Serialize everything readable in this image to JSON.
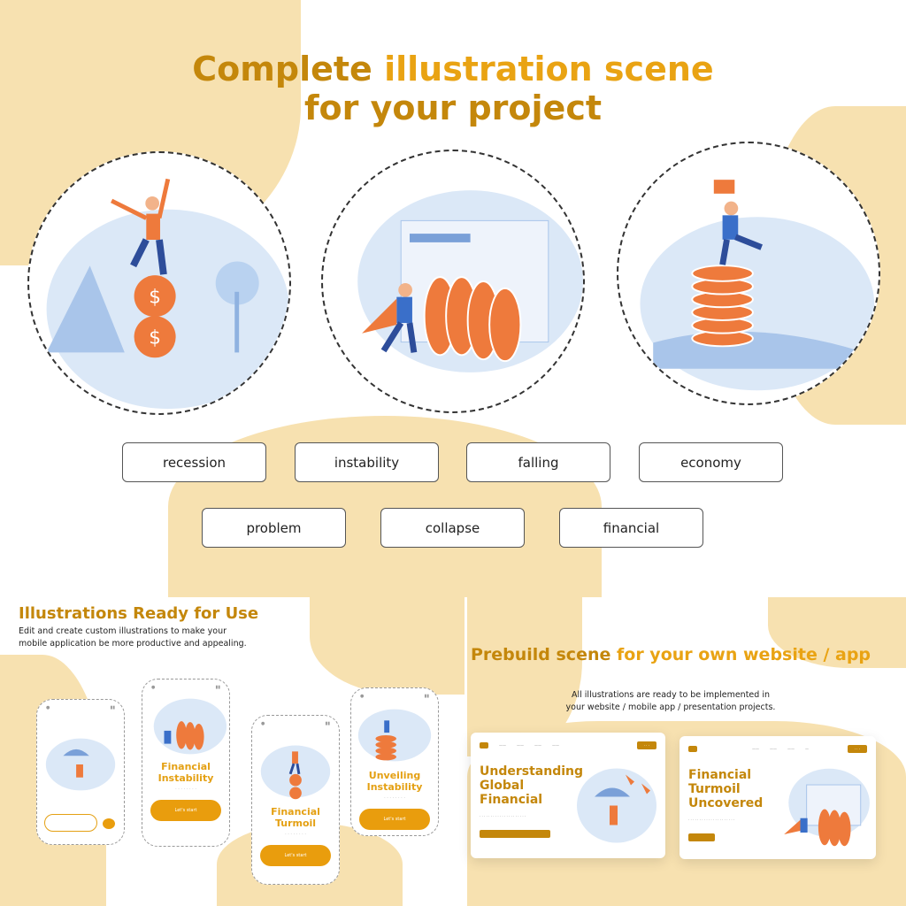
{
  "hero": {
    "title_part1": "Complete ",
    "title_accent": "illustration scene",
    "title_line2": "for your project"
  },
  "scenes": [
    {
      "icon": "woman-balancing-on-coins-illustration"
    },
    {
      "icon": "man-pushing-falling-coins-illustration"
    },
    {
      "icon": "man-on-coin-stack-illustration"
    }
  ],
  "tags": [
    "recession",
    "instability",
    "falling",
    "economy",
    "problem",
    "collapse",
    "financial"
  ],
  "mobile_section": {
    "title": "Illustrations Ready for Use",
    "description": "Edit and create custom illustrations to make your mobile application be more productive and appealing.",
    "phones": [
      {
        "title": "",
        "button": ""
      },
      {
        "title": "Financial Instability",
        "button": "Let's start"
      },
      {
        "title": "Financial Turmoil",
        "button": "Let's start"
      },
      {
        "title": "Unveiling Instability",
        "button": "Let's start"
      }
    ]
  },
  "web_section": {
    "title_part1": "Prebuild scene ",
    "title_accent": "for your own website / app",
    "description": "All illustrations are ready to be implemented in your website / mobile app / presentation projects.",
    "sites": [
      {
        "title": "Understanding Global Financial"
      },
      {
        "title": "Financial Turmoil Uncovered"
      }
    ]
  },
  "colors": {
    "gold": "#c4870b",
    "accent": "#e9a313",
    "blob": "#f7e1b0",
    "coin": "#ee7a3c",
    "scene_blue": "#dbe8f7"
  }
}
